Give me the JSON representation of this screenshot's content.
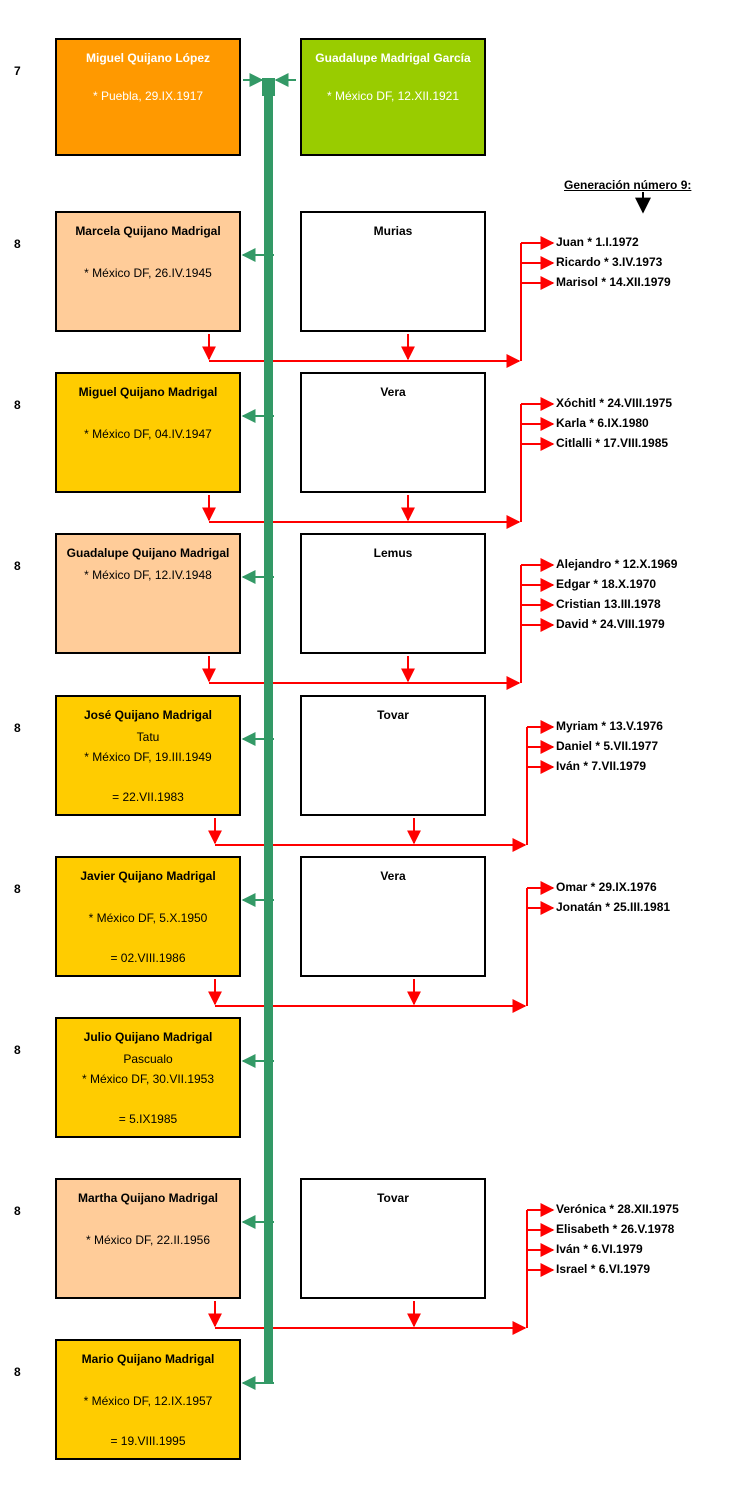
{
  "colors": {
    "founder_male": "#ff9900",
    "founder_female": "#99cc00",
    "child_dark": "#ffcc00",
    "child_light": "#ffcc99",
    "spouse": "#ffffff",
    "trunk_line": "#339966",
    "family_line": "#ff0000"
  },
  "generation_header": "Generación número 9:",
  "founders": {
    "gen": "7",
    "husband": {
      "name": "Miguel Quijano López",
      "born": "* Puebla,  29.IX.1917"
    },
    "wife": {
      "name": "Guadalupe Madrigal  García",
      "born": "* México DF, 12.XII.1921"
    }
  },
  "families": [
    {
      "gen": "8",
      "name": "Marcela Quijano Madrigal",
      "lines": [
        "",
        "* México DF, 26.IV.1945"
      ],
      "shade": "light",
      "spouse": "Murias",
      "children": [
        "Juan * 1.I.1972",
        "Ricardo * 3.IV.1973",
        "Marisol  * 14.XII.1979"
      ]
    },
    {
      "gen": "8",
      "name": "Miguel Quijano Madrigal",
      "lines": [
        "",
        "* México DF, 04.IV.1947"
      ],
      "shade": "dark",
      "spouse": "Vera",
      "children": [
        "Xóchitl * 24.VIII.1975",
        "Karla * 6.IX.1980",
        "Citlalli * 17.VIII.1985"
      ]
    },
    {
      "gen": "8",
      "name": "Guadalupe Quijano Madrigal",
      "lines": [
        "* México DF, 12.IV.1948"
      ],
      "shade": "light",
      "spouse": "Lemus",
      "children": [
        "Alejandro * 12.X.1969",
        "Edgar * 18.X.1970",
        "Cristian 13.III.1978",
        "David * 24.VIII.1979"
      ]
    },
    {
      "gen": "8",
      "name": "José Quijano Madrigal",
      "lines": [
        "Tatu",
        "* México DF, 19.III.1949",
        "",
        "= 22.VII.1983"
      ],
      "shade": "dark",
      "spouse": "Tovar",
      "children": [
        "Myriam * 13.V.1976",
        "Daniel * 5.VII.1977",
        "Iván * 7.VII.1979"
      ]
    },
    {
      "gen": "8",
      "name": "Javier Quijano Madrigal",
      "lines": [
        "",
        "* México DF, 5.X.1950",
        "",
        "= 02.VIII.1986"
      ],
      "shade": "dark",
      "spouse": "Vera",
      "children": [
        "Omar * 29.IX.1976",
        "Jonatán * 25.III.1981"
      ]
    },
    {
      "gen": "8",
      "name": "Julio Quijano Madrigal",
      "lines": [
        "Pascualo",
        "* México DF, 30.VII.1953",
        "",
        "= 5.IX1985"
      ],
      "shade": "dark",
      "spouse": null,
      "children": []
    },
    {
      "gen": "8",
      "name": "Martha Quijano Madrigal",
      "lines": [
        "",
        "* México DF, 22.II.1956"
      ],
      "shade": "light",
      "spouse": "Tovar",
      "children": [
        "Verónica * 28.XII.1975",
        "Elisabeth * 26.V.1978",
        "Iván * 6.VI.1979",
        "Israel * 6.VI.1979"
      ]
    },
    {
      "gen": "8",
      "name": "Mario Quijano Madrigal",
      "lines": [
        "",
        "* México DF, 12.IX.1957",
        "",
        "= 19.VIII.1995"
      ],
      "shade": "dark",
      "spouse": null,
      "children": []
    }
  ]
}
